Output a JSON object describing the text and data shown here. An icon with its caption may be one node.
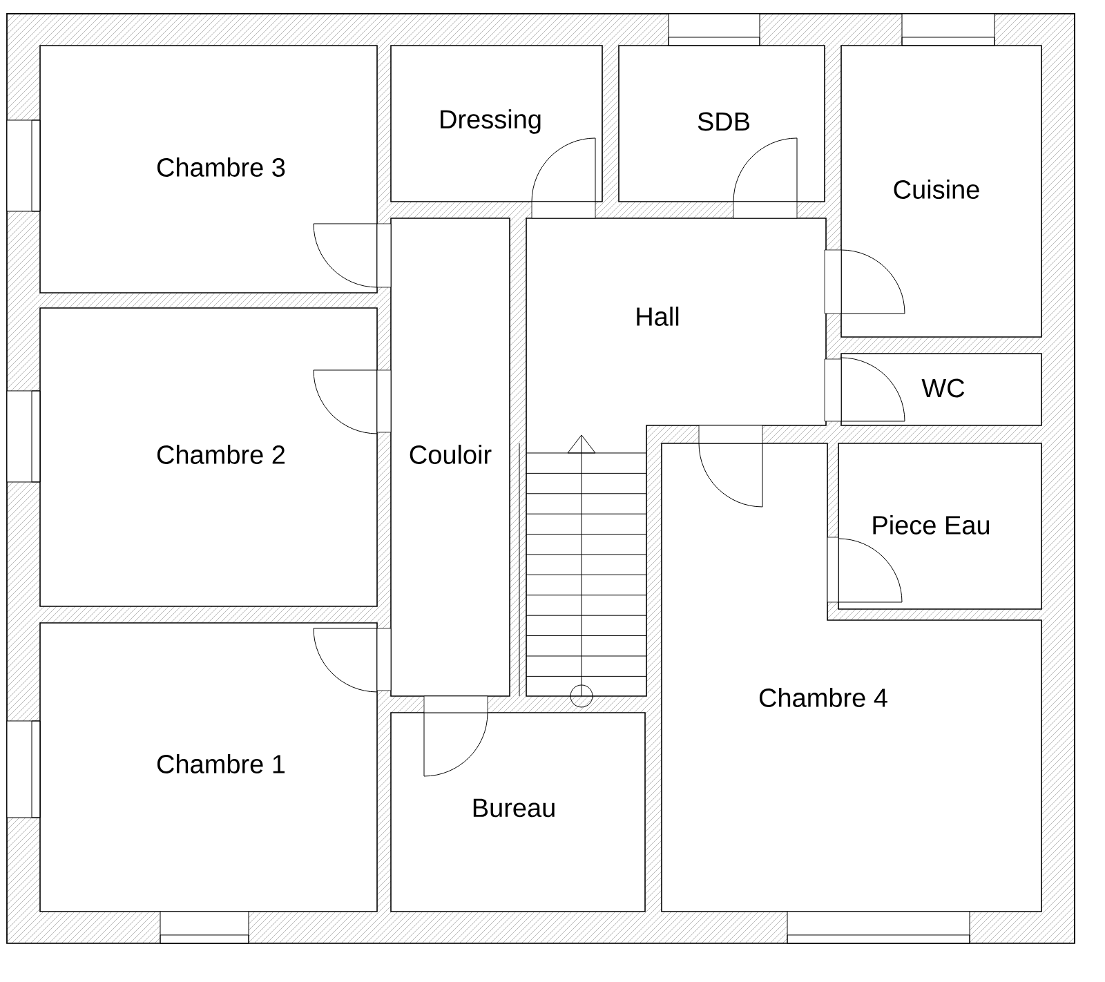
{
  "diagram": {
    "nodes": [
      {
        "text": [
          "Chambre 3"
        ]
      },
      {
        "text": [
          "Dressing"
        ]
      },
      {
        "text": [
          "SDB"
        ]
      },
      {
        "text": [
          "Cuisine"
        ]
      },
      {
        "text": [
          "Hall"
        ]
      },
      {
        "text": [
          "WC"
        ]
      },
      {
        "text": [
          "Couloir"
        ]
      },
      {
        "text": [
          "Chambre 2"
        ]
      },
      {
        "text": [
          "Piece Eau"
        ]
      },
      {
        "text": [
          "Chambre 4"
        ]
      },
      {
        "text": [
          "Chambre 1"
        ]
      },
      {
        "text": [
          "Bureau"
        ]
      }
    ]
  }
}
